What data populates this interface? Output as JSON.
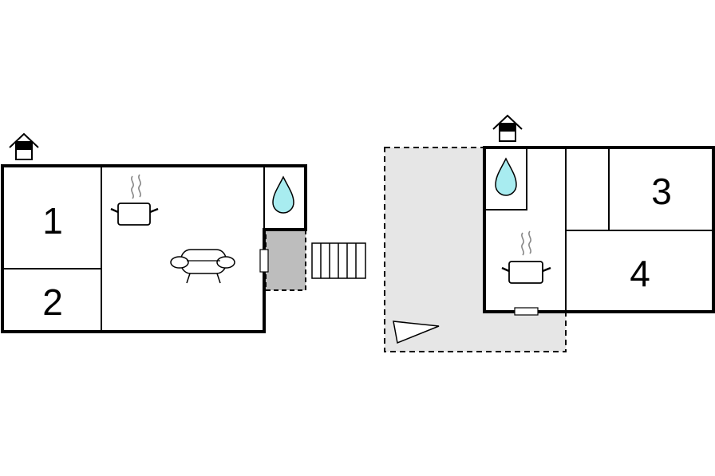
{
  "floorplan": {
    "left_building": {
      "rooms": [
        {
          "label": "1"
        },
        {
          "label": "2"
        }
      ],
      "icons": [
        "house-entrance-icon",
        "cooking-pot-icon",
        "sofa-icon",
        "water-drop-icon",
        "stairs-icon"
      ]
    },
    "right_building": {
      "rooms": [
        {
          "label": "3"
        },
        {
          "label": "4"
        }
      ],
      "icons": [
        "house-entrance-icon",
        "water-drop-icon",
        "cooking-pot-icon",
        "terrace-triangle-icon"
      ]
    },
    "colors": {
      "walls": "#000000",
      "water": "#a8ecf0",
      "terrace": "#e6e6e6",
      "entry_porch": "#bdbdbd"
    }
  }
}
